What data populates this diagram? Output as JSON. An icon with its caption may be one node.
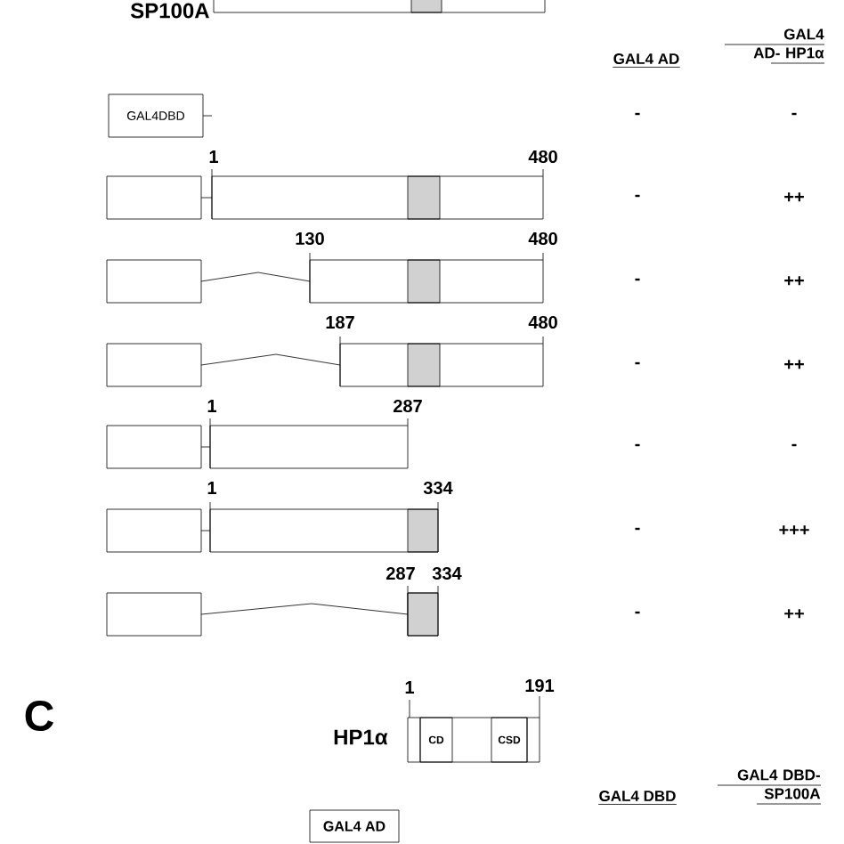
{
  "diagram": {
    "nodes": [
      {
        "text": [
          "GAL4DBD"
        ]
      },
      {
        "text": [],
        "shape": "box"
      },
      {
        "text": [
          "CD"
        ],
        "in": 1
      },
      {
        "text": [
          "CSD"
        ],
        "in": 1
      },
      {
        "text": [
          "GAL4 AD"
        ]
      }
    ],
    "edges": [],
    "labels": [
      "SP100A",
      "GAL4 AD",
      "GAL4 AD- HP1α",
      "-",
      "-",
      "1",
      "480",
      "-",
      "++",
      "130",
      "480",
      "-",
      "++",
      "187",
      "480",
      "-",
      "++",
      "1",
      "287",
      "-",
      "-",
      "1",
      "334",
      "-",
      "+++",
      "287",
      "334",
      "-",
      "++",
      "C",
      "1",
      "191",
      "HP1α",
      "GAL4 DBD",
      "GAL4 DBD- SP100A"
    ]
  }
}
